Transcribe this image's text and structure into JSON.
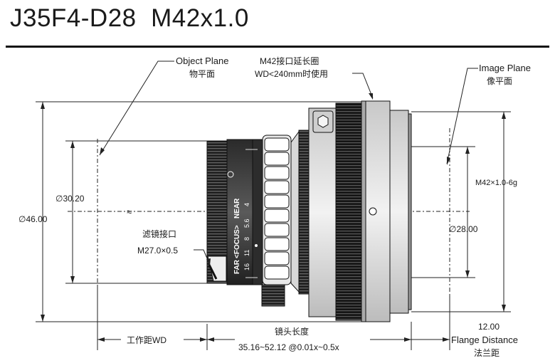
{
  "title": "J35F4-D28  M42x1.0",
  "labels": {
    "object_plane_en": "Object Plane",
    "object_plane_cn": "物平面",
    "extension_ring": "M42接口延长圈",
    "extension_ring_note": "WD<240mm时使用",
    "image_plane_en": "Image Plane",
    "image_plane_cn": "像平面",
    "filter_thread_cn": "滤镜接口",
    "filter_thread_size": "M27.0×0.5",
    "mount_thread": "M42×1.0-6g",
    "dia_outer": "∅46.00",
    "dia_front": "∅30.20",
    "dia_rear": "∅28.00",
    "infinity_mark": "≈",
    "working_distance": "工作距WD",
    "lens_length_cn": "镜头长度",
    "lens_length_value": "35.16~52.12 @0.01x~0.5x",
    "flange_value": "12.00",
    "flange_en": "Flange Distance",
    "flange_cn": "法兰距",
    "ring_far": "FAR",
    "ring_focus": "<FOCUS>",
    "ring_near": "NEAR",
    "scale_marks": [
      "4",
      "5.6",
      "8",
      "11",
      "16"
    ]
  }
}
